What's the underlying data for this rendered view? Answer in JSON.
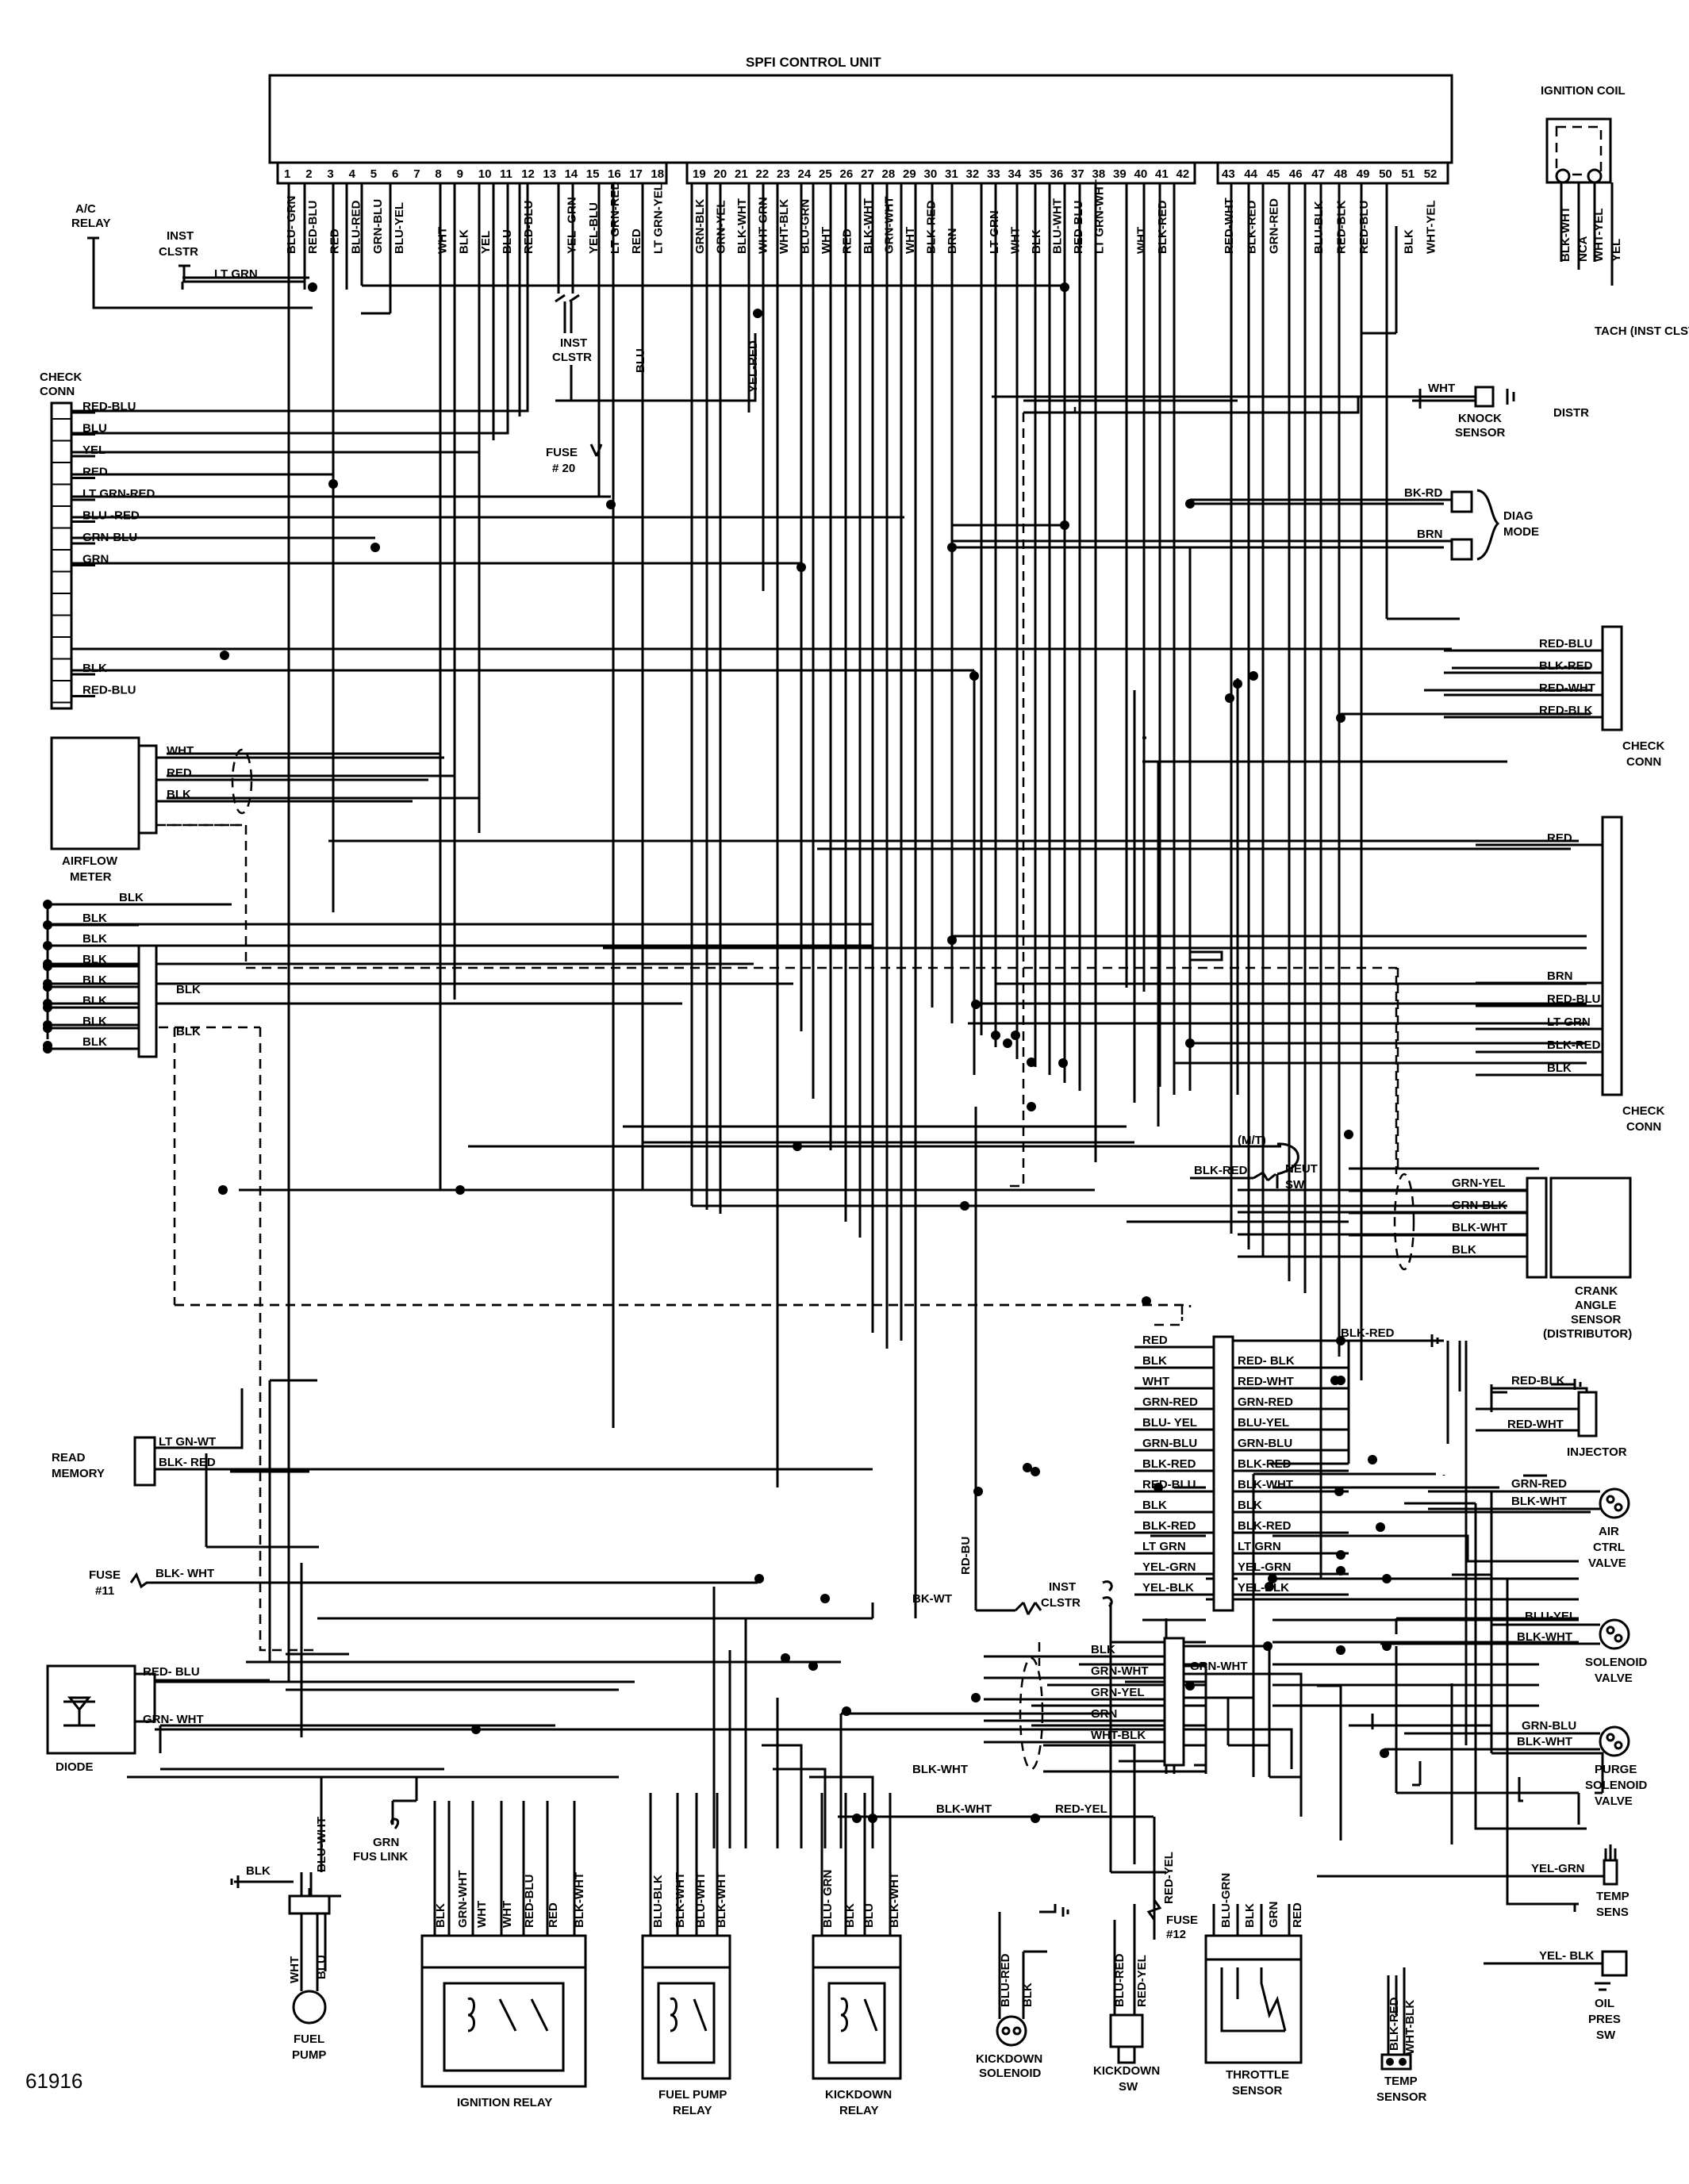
{
  "title": "SPFI CONTROL UNIT",
  "figure_number": "61916",
  "ecu_pins": [
    "1",
    "2",
    "3",
    "4",
    "5",
    "6",
    "7",
    "8",
    "9",
    "10",
    "11",
    "12",
    "13",
    "14",
    "15",
    "16",
    "17",
    "18",
    "19",
    "20",
    "21",
    "22",
    "23",
    "24",
    "25",
    "26",
    "27",
    "28",
    "29",
    "30",
    "31",
    "32",
    "33",
    "34",
    "35",
    "36",
    "37",
    "38",
    "39",
    "40",
    "41",
    "42",
    "43",
    "44",
    "45",
    "46",
    "47",
    "48",
    "49",
    "50",
    "51",
    "52"
  ],
  "ecu_wires": [
    "BLU- GRN",
    "RED-BLU",
    "RED",
    "BLU-RED",
    "GRN-BLU",
    "BLU-YEL",
    "",
    "WHT",
    "BLK",
    "YEL",
    "BLU",
    "RED-BLU",
    "",
    "YEL- GRN",
    "YEL-BLU",
    "LT GRN-RED",
    "RED",
    "LT GRN-YEL",
    "GRN-BLK",
    "GRN-YEL",
    "BLK-WHT",
    "WHT-GRN",
    "WHT-BLK",
    "BLU-GRN",
    "WHT",
    "RED",
    "BLK-WHT",
    "GRN-WHT",
    "WHT",
    "BLK-RED",
    "BRN",
    "",
    "LT GRN",
    "WHT",
    "BLK",
    "BLU-WHT",
    "RED-BLU",
    "LT GRN-WHT",
    "",
    "WHT",
    "BLK-RED",
    "",
    "RED-WHT",
    "BLK-RED",
    "GRN-RED",
    "",
    "BLU-BLK",
    "RED-BLK",
    "RED-BLU",
    "",
    "BLK",
    "WHT-YEL"
  ],
  "ignition_coil": {
    "label": "IGNITION COIL",
    "wires": [
      "BLK-WHT",
      "NCA",
      "WHT-YEL",
      "YEL"
    ]
  },
  "labels": {
    "ac_relay": "A/C RELAY",
    "inst_clstr_top": "INST CLSTR",
    "lt_grn": "LT GRN",
    "inst_clstr_mid": "INST CLSTR",
    "yel_red": "YEL-RED",
    "blu": "BLU",
    "fuse20": "FUSE # 20",
    "tach": "TACH (INST CLSTR)",
    "distr": "DISTR",
    "knock_wire": "WHT",
    "knock": "KNOCK SENSOR",
    "diag_bkrd": "BK-RD",
    "diag_brn": "BRN",
    "diag": "DIAG MODE",
    "airflow": "AIRFLOW METER",
    "mt": "(M/T)",
    "neut": "NEUT SW",
    "neut_wire": "BLK-RED",
    "crank": "CRANK ANGLE SENSOR (DISTRIBUTOR)",
    "injector": "INJECTOR",
    "aircv": "AIR CTRL VALVE",
    "solv": "SOLENOID VALVE",
    "purge": "PURGE SOLENOID VALVE",
    "temp_sens": "TEMP SENS",
    "oil": "OIL PRES SW",
    "read_memory": "READ MEMORY",
    "lt_gn_wt": "LT GN-WT",
    "blk_red_rm": "BLK- RED",
    "fuse11": "FUSE #11",
    "blk_wht_f11": "BLK- WHT",
    "rd_bu": "RD-BU",
    "bk_wt": "BK-WT",
    "inst_clstr_low": "INST CLSTR",
    "diode": "DIODE",
    "diode_red_blu": "RED- BLU",
    "diode_grn_wht": "GRN- WHT",
    "blk_wht_mid": "BLK-WHT",
    "blk_wht_low": "BLK-WHT",
    "red_yel_low": "RED-YEL",
    "red_yel_vert": "RED-YEL",
    "fuse12": "FUSE #12",
    "grn_fus": "GRN FUS LINK",
    "fuel_pump": "FUEL PUMP",
    "ign_relay": "IGNITION RELAY",
    "fp_relay": "FUEL PUMP RELAY",
    "kd_relay": "KICKDOWN RELAY",
    "kd_sol": "KICKDOWN SOLENOID",
    "kd_sw": "KICKDOWN SW",
    "throttle": "THROTTLE SENSOR",
    "temp_sensor": "TEMP SENSOR",
    "fp_blk": "BLK",
    "fp_bluwht": "BLU-WHT",
    "fp_wht": "WHT",
    "fp_blu": "BLU",
    "sol_valve_blu_yel": "BLU-YEL",
    "sol_valve_blk_wht": "BLK-WHT",
    "purge_grn_blu": "GRN-BLU",
    "purge_blk_wht": "BLK-WHT",
    "aircv_grn_red": "GRN-RED",
    "aircv_blk_wht": "BLK-WHT",
    "inj_red_blk": "RED-BLK",
    "inj_red_wht": "RED-WHT",
    "temp_yel_grn": "YEL-GRN",
    "oil_yel_blk": "YEL- BLK",
    "tempsensor_wires": "BLK-RED WHT-BLK",
    "blk_red_top": "BLK-RED"
  },
  "check_conn_left": {
    "label": "CHECK CONN",
    "wires": [
      "RED-BLU",
      "BLU",
      "YEL",
      "RED",
      "LT GRN-RED",
      "BLU -RED",
      "GRN-BLU",
      "GRN",
      "",
      "",
      "",
      "",
      "BLK",
      "RED-BLU"
    ]
  },
  "check_conn_right_a": {
    "label": "CHECK CONN",
    "wires": [
      "RED-BLU",
      "BLK-RED",
      "RED-WHT",
      "RED-BLK"
    ]
  },
  "check_conn_right_b": {
    "label": "CHECK CONN",
    "wires": [
      "RED",
      "",
      "",
      "",
      "",
      "",
      "BRN",
      "RED-BLU",
      "LT GRN",
      "BLK-RED",
      "BLK"
    ]
  },
  "airflow_wires": [
    "WHT",
    "RED",
    "BLK"
  ],
  "ground_conn_wires": [
    "BLK",
    "BLK",
    "BLK",
    "BLK",
    "BLK",
    "BLK",
    "BLK",
    "BLK"
  ],
  "ground_conn_side": [
    "BLK",
    "BLK"
  ],
  "crank_wires": [
    "GRN-YEL",
    "GRN-BLK",
    "BLK-WHT",
    "BLK"
  ],
  "mid_conn_left": [
    "RED",
    "BLK",
    "WHT",
    "GRN-RED",
    "BLU- YEL",
    "GRN-BLU",
    "BLK-RED",
    "RED-BLU",
    "BLK",
    "BLK-RED",
    "LT GRN",
    "YEL-GRN",
    "YEL-BLK"
  ],
  "mid_conn_right": [
    "BLK-RED",
    "RED- BLK",
    "RED-WHT",
    "GRN-RED",
    "BLU-YEL",
    "GRN-BLU",
    "BLK-RED",
    "BLK-WHT",
    "BLK",
    "BLK-RED",
    "LT GRN",
    "YEL-GRN",
    "YEL-BLK"
  ],
  "low_conn_wires": [
    "BLK",
    "GRN-WHT",
    "GRN-YEL",
    "GRN",
    "WHT-BLK"
  ],
  "low_conn_right": "GRN-WHT",
  "ign_relay_wires": [
    "BLK",
    "GRN-WHT",
    "WHT",
    "WHT",
    "RED-BLU",
    "RED",
    "BLK-WHT"
  ],
  "fp_relay_wires": [
    "BLU-BLK",
    "BLK-WHT",
    "BLU-WHT",
    "BLK-WHT"
  ],
  "kd_relay_wires": [
    "BLU- GRN",
    "BLK",
    "BLU",
    "BLK-WHT"
  ],
  "kd_sol_wires": [
    "BLU-RED",
    "BLK"
  ],
  "kd_sw_wires": [
    "BLU-RED",
    "RED-YEL"
  ],
  "throttle_wires": [
    "BLU-GRN",
    "BLK",
    "GRN",
    "RED"
  ]
}
